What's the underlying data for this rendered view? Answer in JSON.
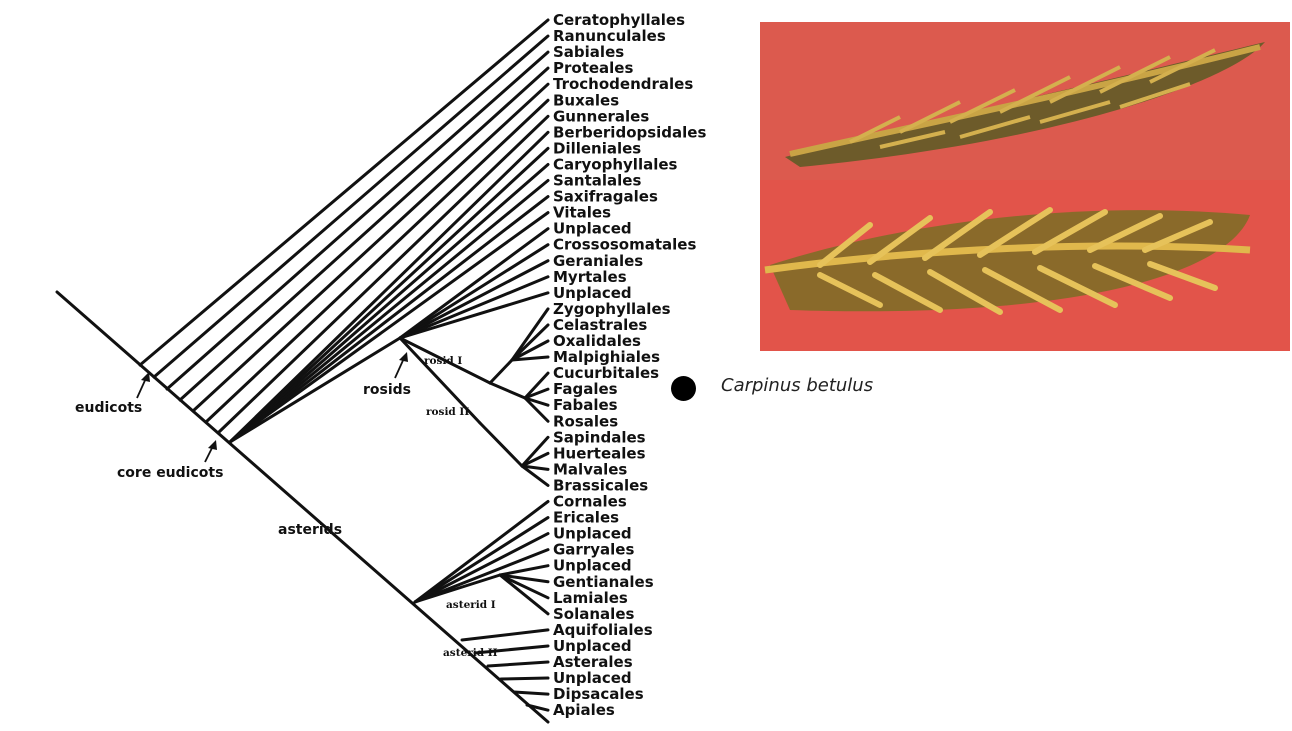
{
  "taxa": [
    "Ceratophyllales",
    "Ranunculales",
    "Sabiales",
    "Proteales",
    "Trochodendrales",
    "Buxales",
    "Gunnerales",
    "Berberidopsidales",
    "Dilleniales",
    "Caryophyllales",
    "Santalales",
    "Saxifragales",
    "Vitales",
    "Unplaced",
    "Crossosomatales",
    "Geraniales",
    "Myrtales",
    "Unplaced",
    "Zygophyllales",
    "Celastrales",
    "Oxalidales",
    "Malpighiales",
    "Cucurbitales",
    "Fagales",
    "Fabales",
    "Rosales",
    "Sapindales",
    "Huerteales",
    "Malvales",
    "Brassicales",
    "Cornales",
    "Ericales",
    "Unplaced",
    "Garryales",
    "Unplaced",
    "Gentianales",
    "Lamiales",
    "Solanales",
    "Aquifoliales",
    "Unplaced",
    "Asterales",
    "Unplaced",
    "Dipsacales",
    "Apiales"
  ],
  "clade_labels": {
    "eudicots": "eudicots",
    "core_eudicots": "core eudicots",
    "rosids": "rosids",
    "asterids": "asterids",
    "rosid_1": "rosid I",
    "rosid_2": "rosid II",
    "asterid_1": "asterid I",
    "asterid_2": "asterid II"
  },
  "highlight": {
    "species": "Carpinus betulus",
    "marker_color": "#000000",
    "points_to": "Fagales"
  },
  "photos": [
    {
      "name": "leaf-photo-top",
      "background": "#e0584c",
      "leaf": "#b89a3a"
    },
    {
      "name": "leaf-photo-bottom",
      "background": "#e6534b",
      "leaf": "#c9a23f"
    }
  ]
}
